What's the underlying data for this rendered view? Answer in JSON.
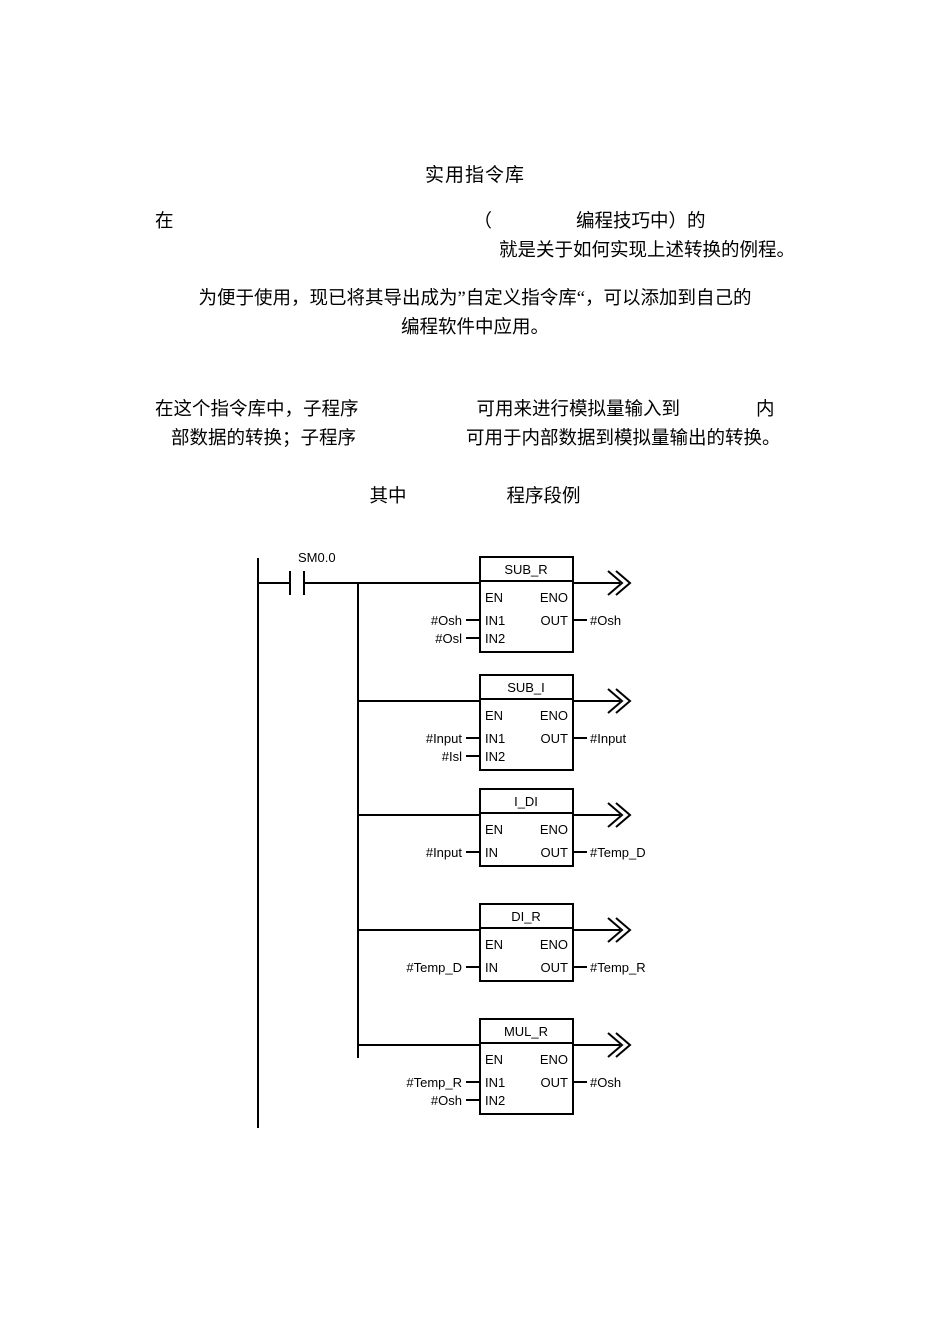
{
  "document": {
    "title": "实用指令库",
    "paragraphs": {
      "p1_a": "在",
      "p1_b": "（",
      "p1_c": "编程技巧中）的",
      "p1_d": "就是关于如何实现上述转换的例程。",
      "p2_a": "为便于使用，现已将其导出成为”自定义指令库“，可以添加到自己的",
      "p2_b": "编程软件中应用。",
      "p3_a": "在这个指令库中，子程序",
      "p3_b": "可用来进行模拟量输入到",
      "p3_c": "内",
      "p3_d": "部数据的转换；子程序",
      "p3_e": "可用于内部数据到模拟量输出的转换。",
      "p4_a": "其中",
      "p4_b": "程序段例"
    }
  },
  "ladder": {
    "power_contact_label": "SM0.0",
    "blocks": [
      {
        "name": "SUB_R",
        "en": "EN",
        "eno": "ENO",
        "inputs": [
          {
            "pin": "IN1",
            "operand": "#Osh"
          },
          {
            "pin": "IN2",
            "operand": "#Osl"
          }
        ],
        "output": {
          "pin": "OUT",
          "operand": "#Osh"
        }
      },
      {
        "name": "SUB_I",
        "en": "EN",
        "eno": "ENO",
        "inputs": [
          {
            "pin": "IN1",
            "operand": "#Input"
          },
          {
            "pin": "IN2",
            "operand": "#Isl"
          }
        ],
        "output": {
          "pin": "OUT",
          "operand": "#Input"
        }
      },
      {
        "name": "I_DI",
        "en": "EN",
        "eno": "ENO",
        "inputs": [
          {
            "pin": "IN",
            "operand": "#Input"
          }
        ],
        "output": {
          "pin": "OUT",
          "operand": "#Temp_D"
        }
      },
      {
        "name": "DI_R",
        "en": "EN",
        "eno": "ENO",
        "inputs": [
          {
            "pin": "IN",
            "operand": "#Temp_D"
          }
        ],
        "output": {
          "pin": "OUT",
          "operand": "#Temp_R"
        }
      },
      {
        "name": "MUL_R",
        "en": "EN",
        "eno": "ENO",
        "inputs": [
          {
            "pin": "IN1",
            "operand": "#Temp_R"
          },
          {
            "pin": "IN2",
            "operand": "#Osh"
          }
        ],
        "output": {
          "pin": "OUT",
          "operand": "#Osh"
        }
      }
    ]
  }
}
